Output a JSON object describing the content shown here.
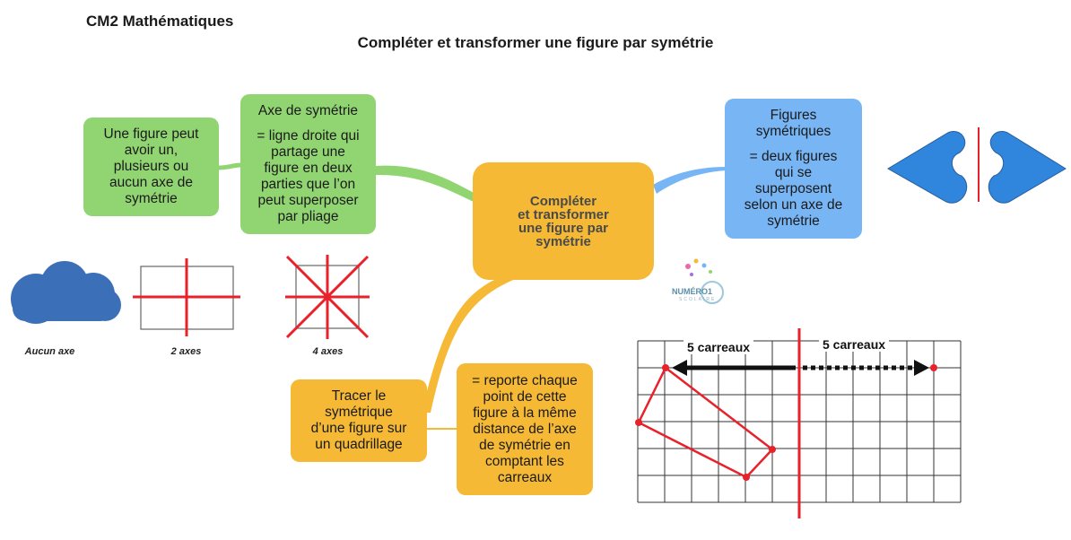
{
  "header": {
    "course": "CM2 Mathématiques",
    "title": "Compléter et transformer une figure par symétrie"
  },
  "center": {
    "lines": [
      "Compléter",
      "et transformer",
      "une figure par",
      "symétrie"
    ]
  },
  "nodes": {
    "figure_axes": {
      "lines": [
        "Une figure peut",
        "avoir un,",
        "plusieurs ou",
        "aucun axe de",
        "symétrie"
      ]
    },
    "axis": {
      "title": "Axe de symétrie",
      "def_lines": [
        "= ligne droite qui",
        "partage une",
        "figure en deux",
        "parties que l’on",
        "peut superposer",
        "par pliage"
      ]
    },
    "symmetric": {
      "title_lines": [
        "Figures",
        "symétriques"
      ],
      "def_lines": [
        "= deux figures",
        "qui se",
        "superposent",
        "selon un axe de",
        "symétrie"
      ]
    },
    "trace": {
      "lines": [
        "Tracer le",
        "symétrique",
        "d’une figure sur",
        "un quadrillage"
      ]
    },
    "report": {
      "lines": [
        "= reporte chaque",
        "point de cette",
        "figure à la même",
        "distance de l’axe",
        "de symétrie en",
        "comptant les",
        "carreaux"
      ]
    }
  },
  "examples": {
    "no_axis": "Aucun axe",
    "two_axes": "2 axes",
    "four_axes": "4 axes"
  },
  "grid": {
    "left_label": "5 carreaux",
    "right_label": "5 carreaux"
  },
  "logo": {
    "text": "NUMÉRO1",
    "sub": "SCOLAIRE"
  },
  "colors": {
    "green": "#91d572",
    "blue": "#78b5f5",
    "orange": "#f5b935",
    "red": "#e8212a",
    "heart_blue": "#2f86dc",
    "cloud_blue": "#3b6fb8"
  }
}
